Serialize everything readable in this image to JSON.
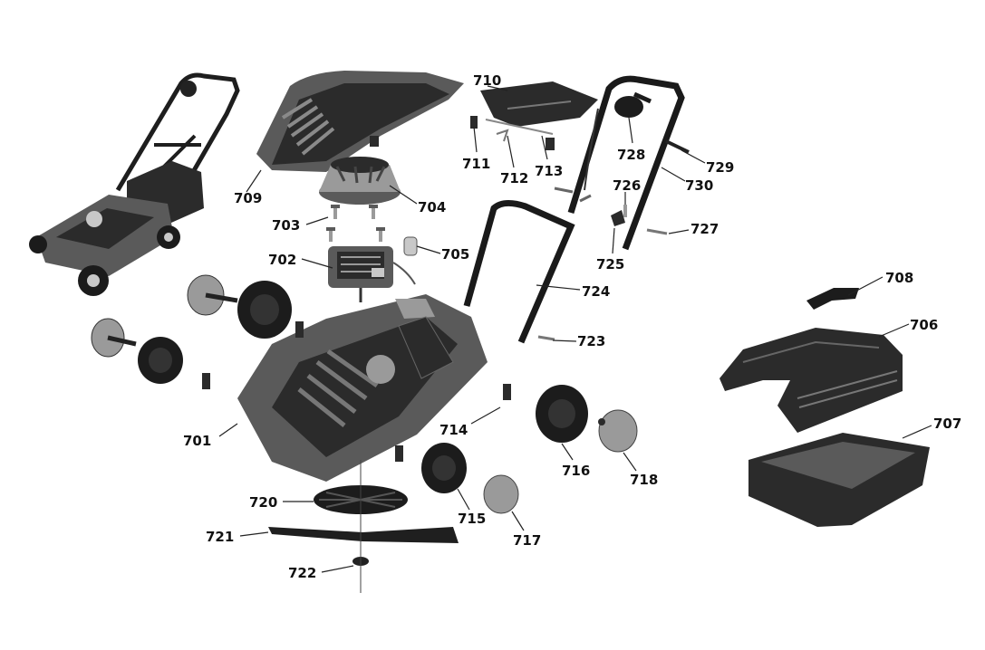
{
  "callouts": {
    "p701": "701",
    "p702": "702",
    "p703": "703",
    "p704": "704",
    "p705": "705",
    "p706": "706",
    "p707": "707",
    "p708": "708",
    "p709": "709",
    "p710": "710",
    "p711": "711",
    "p712": "712",
    "p713": "713",
    "p714": "714",
    "p715": "715",
    "p716": "716",
    "p717": "717",
    "p718": "718",
    "p720": "720",
    "p721": "721",
    "p722": "722",
    "p723": "723",
    "p724": "724",
    "p725": "725",
    "p726": "726",
    "p727": "727",
    "p728": "728",
    "p729": "729",
    "p730": "730"
  }
}
